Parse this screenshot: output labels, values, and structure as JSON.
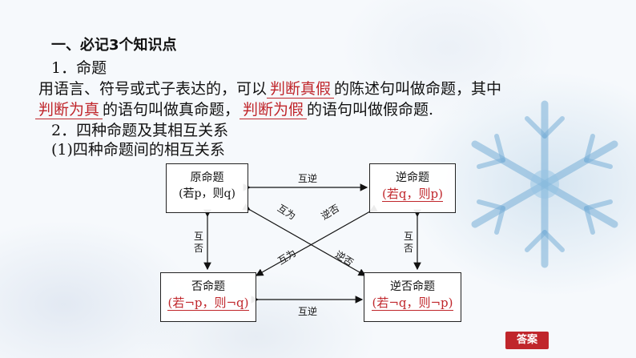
{
  "section_title": "一、必记3个知识点",
  "item1": {
    "heading": "1．命题",
    "line1_pre": "用语言、符号或式子表达的，可以",
    "blank1": "判断真假",
    "line1_post": "的陈述句叫做命题，其中",
    "blank2": "判断为真",
    "line2_mid": "的语句叫做真命题，",
    "blank3": "判断为假",
    "line2_post": "的语句叫做假命题."
  },
  "item2": {
    "heading": "2．四种命题及其相互关系",
    "sub": "(1)四种命题间的相互关系"
  },
  "diagram": {
    "original": {
      "name": "原命题",
      "form": "(若p，则q)"
    },
    "converse": {
      "name": "逆命题",
      "form": "(若q，则p)"
    },
    "inverse": {
      "name": "否命题",
      "form": "(若¬p，则¬q)"
    },
    "contrapositive": {
      "name": "逆否命题",
      "form": "(若¬q，则¬p)"
    },
    "top_label": "互逆",
    "bottom_label": "互逆",
    "left_label": "互否",
    "right_label": "互否",
    "diag_label_upper_left": "互为",
    "diag_label_upper_right": "逆否",
    "diag_label_lower_left": "互为",
    "diag_label_lower_right": "逆否"
  },
  "answer_button": "答案"
}
